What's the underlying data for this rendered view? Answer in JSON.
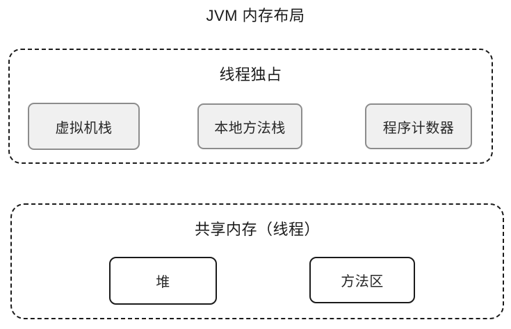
{
  "title": "JVM 内存布局",
  "colors": {
    "background": "#ffffff",
    "dashed_border": "#1a1a1a",
    "exclusive_box_fill": "#f0f0f0",
    "exclusive_box_border": "#8c8c8c",
    "shared_box_fill": "#ffffff",
    "shared_box_border": "#1a1a1a",
    "text": "#262626"
  },
  "groups": [
    {
      "label": "线程独占",
      "boxes": [
        {
          "label": "虚拟机栈"
        },
        {
          "label": "本地方法栈"
        },
        {
          "label": "程序计数器"
        }
      ]
    },
    {
      "label": "共享内存（线程）",
      "boxes": [
        {
          "label": "堆"
        },
        {
          "label": "方法区"
        }
      ]
    }
  ]
}
